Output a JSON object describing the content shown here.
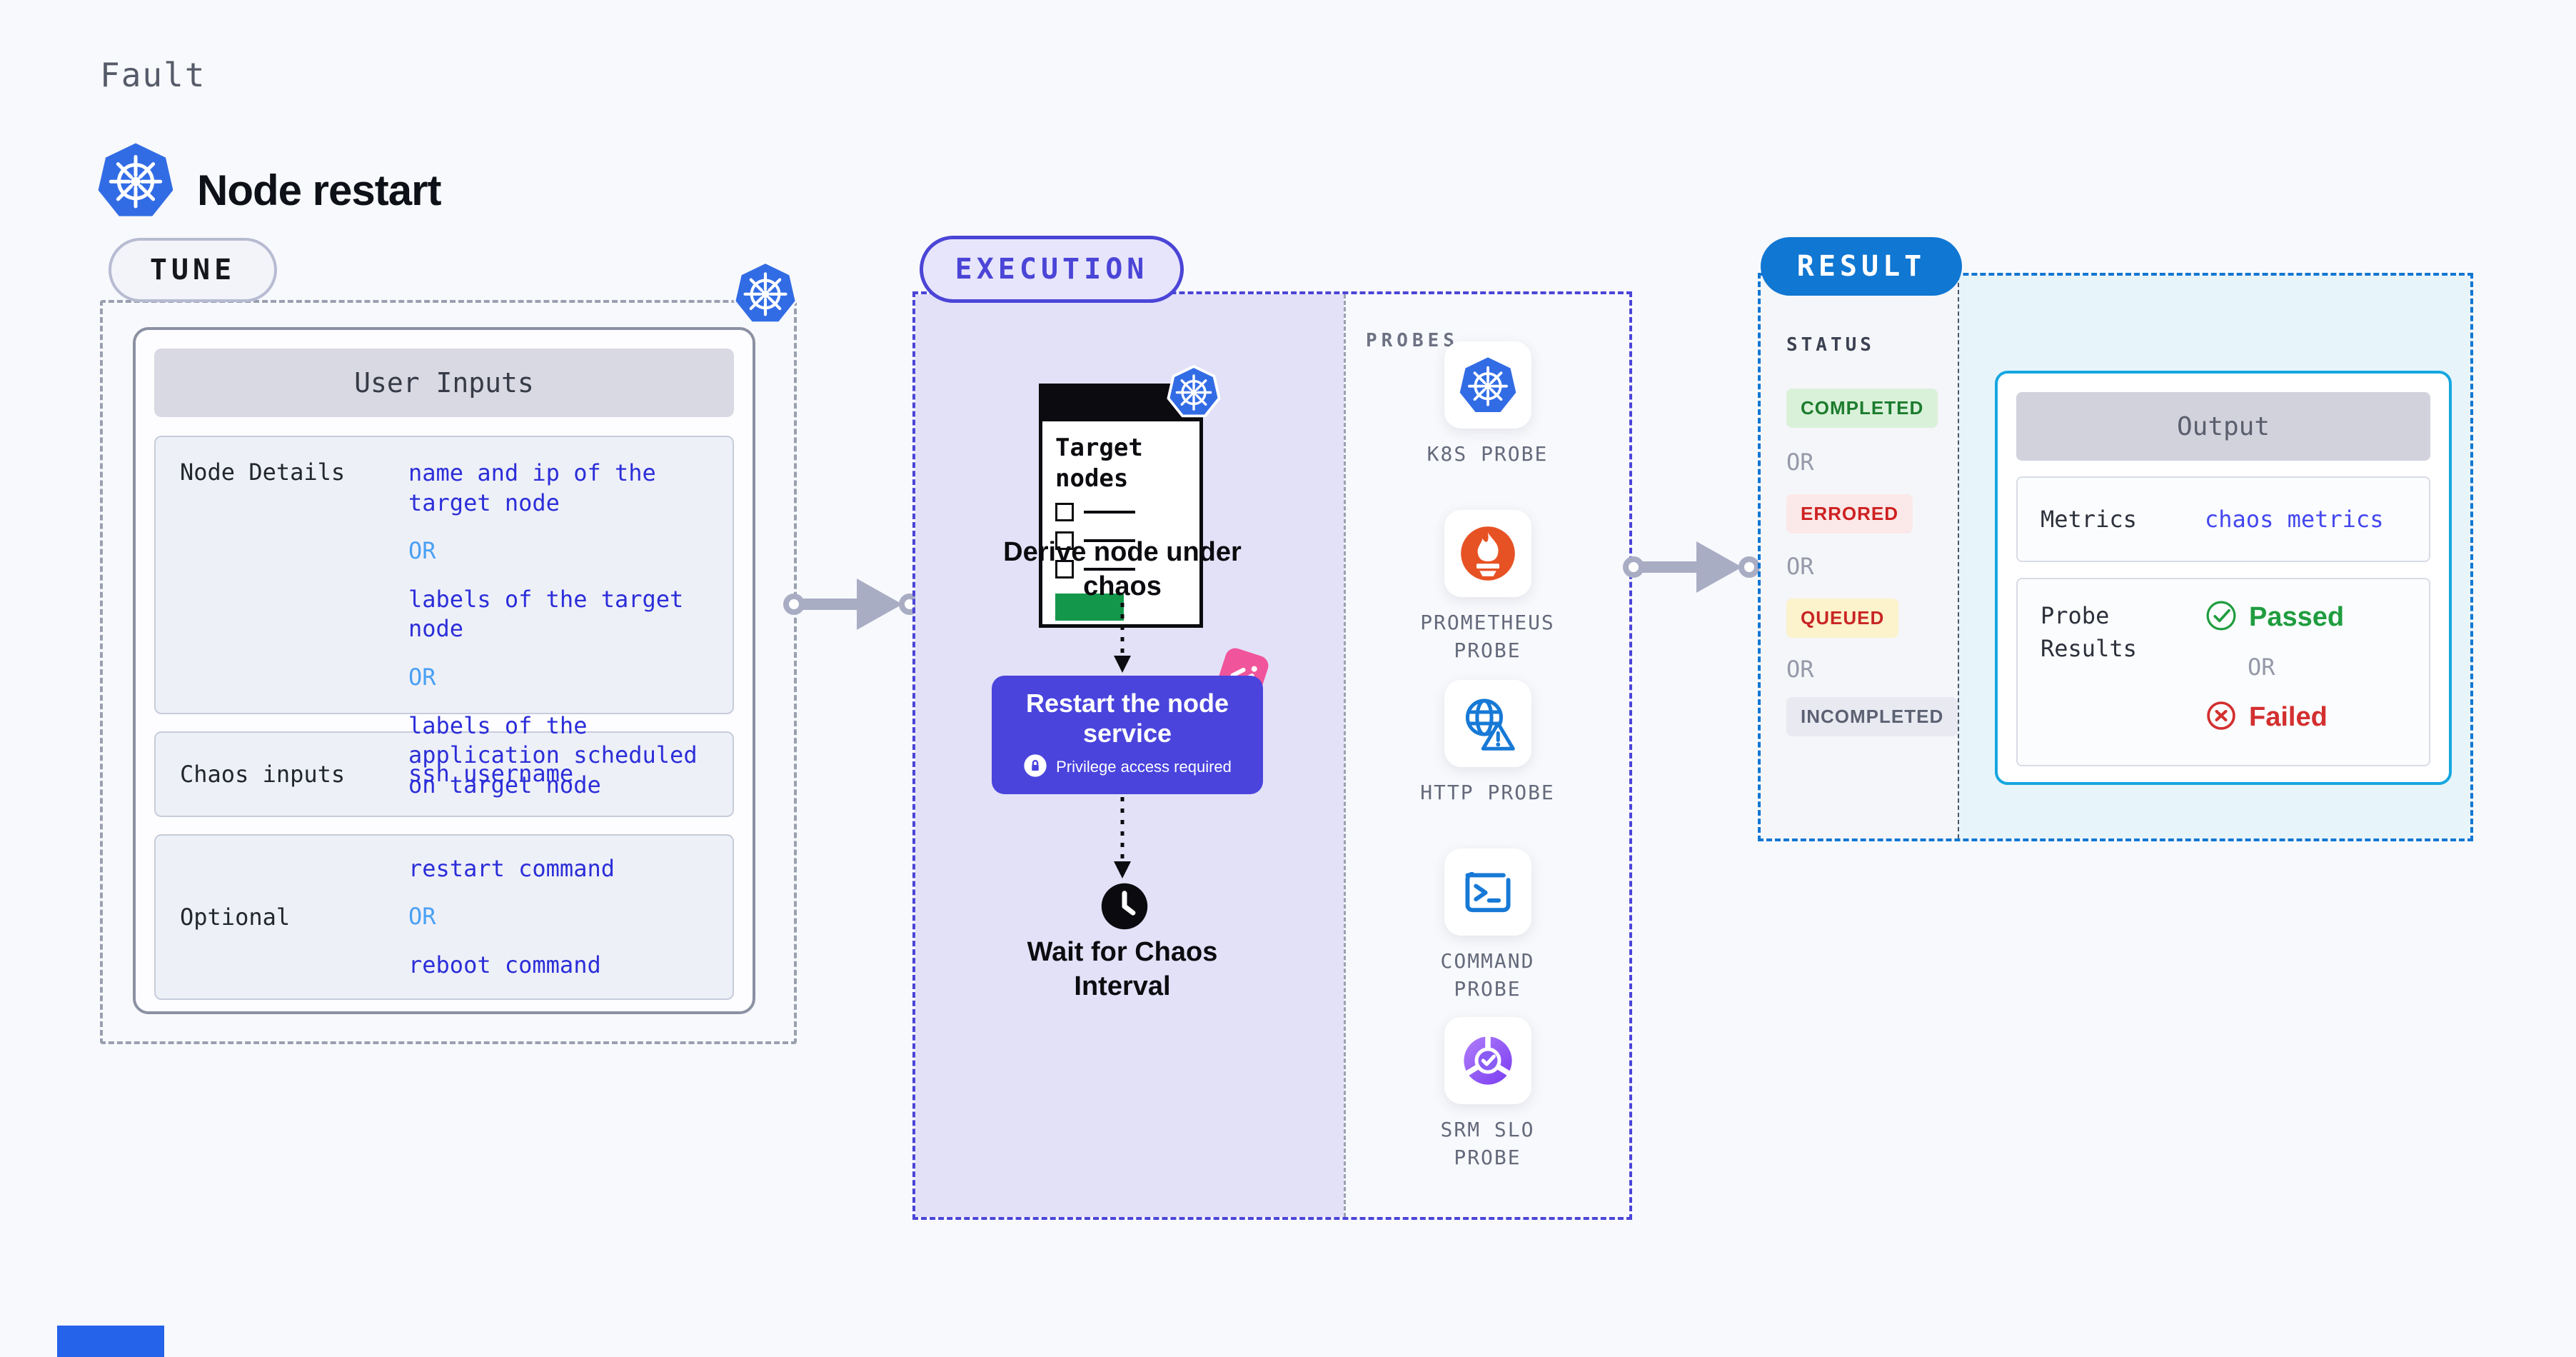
{
  "header": {
    "eyebrow": "Fault",
    "title": "Node restart"
  },
  "tune": {
    "badge": "TUNE",
    "table": {
      "header": "User Inputs",
      "rows": [
        {
          "label": "Node Details",
          "values": [
            "name and ip of the target node",
            "OR",
            "labels of the target node",
            "OR",
            "labels of the application scheduled on target node"
          ]
        },
        {
          "label": "Chaos inputs",
          "values": [
            "ssh username"
          ]
        },
        {
          "label": "Optional",
          "values": [
            "restart command",
            "OR",
            "reboot command"
          ]
        }
      ]
    }
  },
  "execution": {
    "badge": "EXECUTION",
    "target_card": {
      "title": "Target nodes"
    },
    "derive_label": "Derive node under chaos",
    "restart": {
      "title": "Restart the node service",
      "note": "Privilege access required"
    },
    "wait_label": "Wait for Chaos Interval",
    "probes": {
      "heading": "PROBES",
      "items": [
        {
          "label": "K8S PROBE",
          "icon": "kubernetes-icon"
        },
        {
          "label": "PROMETHEUS PROBE",
          "icon": "prometheus-icon"
        },
        {
          "label": "HTTP PROBE",
          "icon": "globe-alert-icon"
        },
        {
          "label": "COMMAND PROBE",
          "icon": "terminal-icon"
        },
        {
          "label": "SRM SLO PROBE",
          "icon": "slo-donut-check-icon"
        }
      ]
    }
  },
  "result": {
    "badge": "RESULT",
    "status": {
      "heading": "STATUS",
      "items": [
        {
          "label": "COMPLETED",
          "kind": "completed"
        },
        {
          "label": "OR",
          "kind": "or"
        },
        {
          "label": "ERRORED",
          "kind": "errored"
        },
        {
          "label": "OR",
          "kind": "or"
        },
        {
          "label": "QUEUED",
          "kind": "queued"
        },
        {
          "label": "OR",
          "kind": "or"
        },
        {
          "label": "INCOMPLETED",
          "kind": "incompleted"
        }
      ]
    },
    "output": {
      "header": "Output",
      "metrics_label": "Metrics",
      "metrics_value": "chaos metrics",
      "probe_results_label": "Probe Results",
      "passed_label": "Passed",
      "or_label": "OR",
      "failed_label": "Failed"
    }
  },
  "colors": {
    "kubernetes_blue": "#326ce5",
    "execution_indigo": "#4b45d7",
    "execution_fill": "#e3e1f8",
    "restart_box": "#4a44dd",
    "result_blue": "#1077d2",
    "output_border_cyan": "#16a7e0",
    "value_blue": "#2b2ed8",
    "or_light_blue": "#4aa0f3",
    "success_green": "#1f9d3f",
    "error_red": "#d32f2f",
    "chaos_pink": "#f0559c",
    "prometheus_orange": "#e75225",
    "srm_purple": "#8a5cf6"
  }
}
